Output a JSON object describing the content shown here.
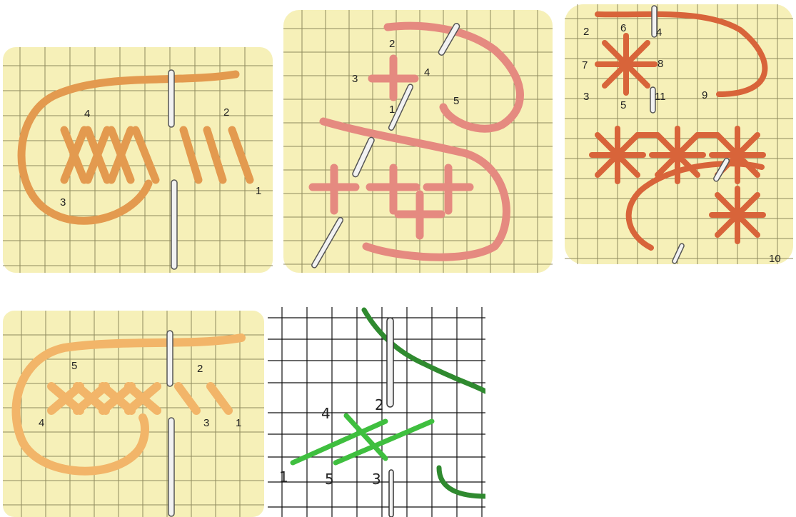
{
  "colors": {
    "grid_paper": "#f6f0b8",
    "grid_line": "#8f8a5e",
    "thread_orange": "#e39a4f",
    "thread_pink": "#e58a80",
    "thread_rust": "#d8643a",
    "thread_light_orange": "#f2b569",
    "thread_green": "#3fbf3f",
    "thread_dark_green": "#2f8a2f",
    "needle": "#f2f2f2"
  },
  "panels": {
    "p1": {
      "labels": [
        "4",
        "2",
        "3",
        "1"
      ]
    },
    "p2": {
      "labels": [
        "2",
        "3",
        "4",
        "1",
        "5"
      ]
    },
    "p3": {
      "labels": [
        "2",
        "6",
        "4",
        "7",
        "8",
        "3",
        "5",
        "11",
        "9",
        "10"
      ]
    },
    "p4": {
      "labels": [
        "5",
        "2",
        "4",
        "3",
        "1"
      ]
    },
    "p5": {
      "labels": [
        "4",
        "2",
        "1",
        "5",
        "3"
      ]
    }
  }
}
